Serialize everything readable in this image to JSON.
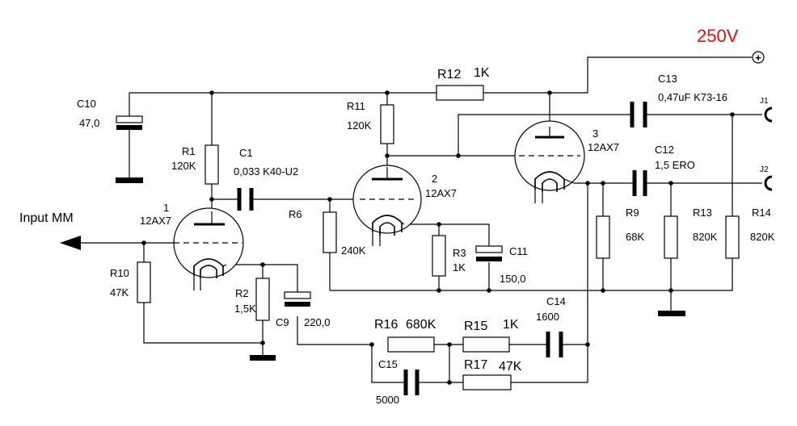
{
  "supply_label": "250V",
  "input_label": "Input MM",
  "tubes": [
    {
      "id": "1",
      "type": "12AX7"
    },
    {
      "id": "2",
      "type": "12AX7"
    },
    {
      "id": "3",
      "type": "12AX7"
    }
  ],
  "resistors": {
    "r1": {
      "name": "R1",
      "value": "120K"
    },
    "r2": {
      "name": "R2",
      "value": "1,5K"
    },
    "r3": {
      "name": "R3",
      "value": "1K"
    },
    "r6": {
      "name": "R6",
      "value": "240K"
    },
    "r9": {
      "name": "R9",
      "value": "68K"
    },
    "r10": {
      "name": "R10",
      "value": "47K"
    },
    "r11": {
      "name": "R11",
      "value": "120K"
    },
    "r12": {
      "name": "R12",
      "value": "1K"
    },
    "r13": {
      "name": "R13",
      "value": "820K"
    },
    "r14": {
      "name": "R14",
      "value": "820K"
    },
    "r15": {
      "name": "R15",
      "value": "1K"
    },
    "r16": {
      "name": "R16",
      "value": "680K"
    },
    "r17": {
      "name": "R17",
      "value": "47K"
    }
  },
  "capacitors": {
    "c1": {
      "name": "C1",
      "value": "0,033 K40-U2"
    },
    "c9": {
      "name": "C9",
      "value": "220,0"
    },
    "c10": {
      "name": "C10",
      "value": "47,0"
    },
    "c11": {
      "name": "C11",
      "value": "150,0"
    },
    "c12": {
      "name": "C12",
      "value": "1,5 ERO"
    },
    "c13": {
      "name": "C13",
      "value": "0,47uF K73-16"
    },
    "c14": {
      "name": "C14",
      "value": "1600"
    },
    "c15": {
      "name": "C15",
      "value": "5000"
    }
  },
  "jacks": {
    "j1": "J1",
    "j2": "J2"
  },
  "plus_symbol": "+"
}
